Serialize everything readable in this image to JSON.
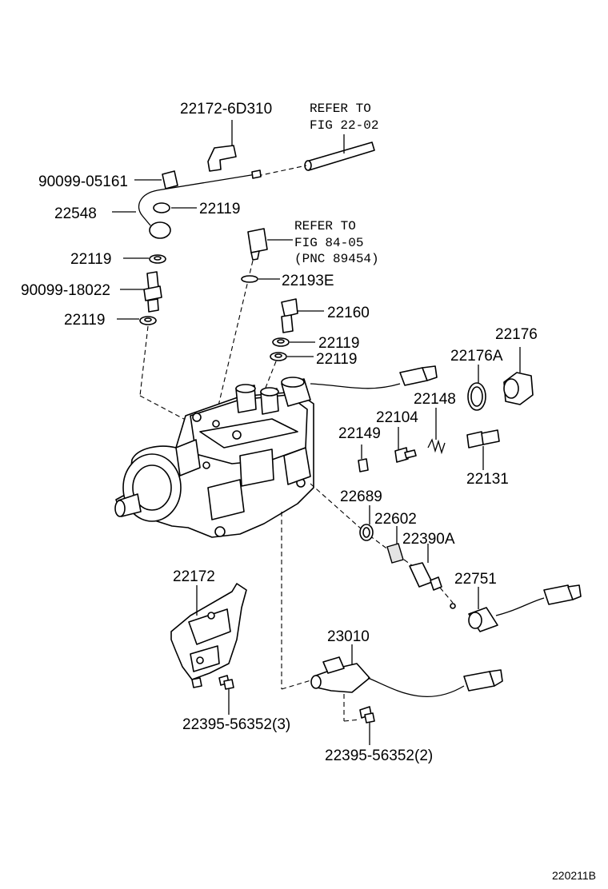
{
  "callouts": {
    "p22172_6D310": "22172-6D310",
    "p90099_05161": "90099-05161",
    "p22548": "22548",
    "p22119_a": "22119",
    "p22119_b": "22119",
    "p90099_18022": "90099-18022",
    "p22119_c": "22119",
    "p22193E": "22193E",
    "p22160": "22160",
    "p22119_d": "22119",
    "p22119_e": "22119",
    "p22176": "22176",
    "p22176A": "22176A",
    "p22148": "22148",
    "p22104": "22104",
    "p22149": "22149",
    "p22131": "22131",
    "p22689": "22689",
    "p22602": "22602",
    "p22390A": "22390A",
    "p22751": "22751",
    "p22172": "22172",
    "p23010": "23010",
    "p22395_3": "22395-56352(3)",
    "p22395_2": "22395-56352(2)"
  },
  "references": {
    "ref1_line1": "REFER TO",
    "ref1_line2": "FIG 22-02",
    "ref2_line1": "REFER TO",
    "ref2_line2": "FIG 84-05",
    "ref2_line3": "(PNC 89454)"
  },
  "figure_code": "220211B"
}
